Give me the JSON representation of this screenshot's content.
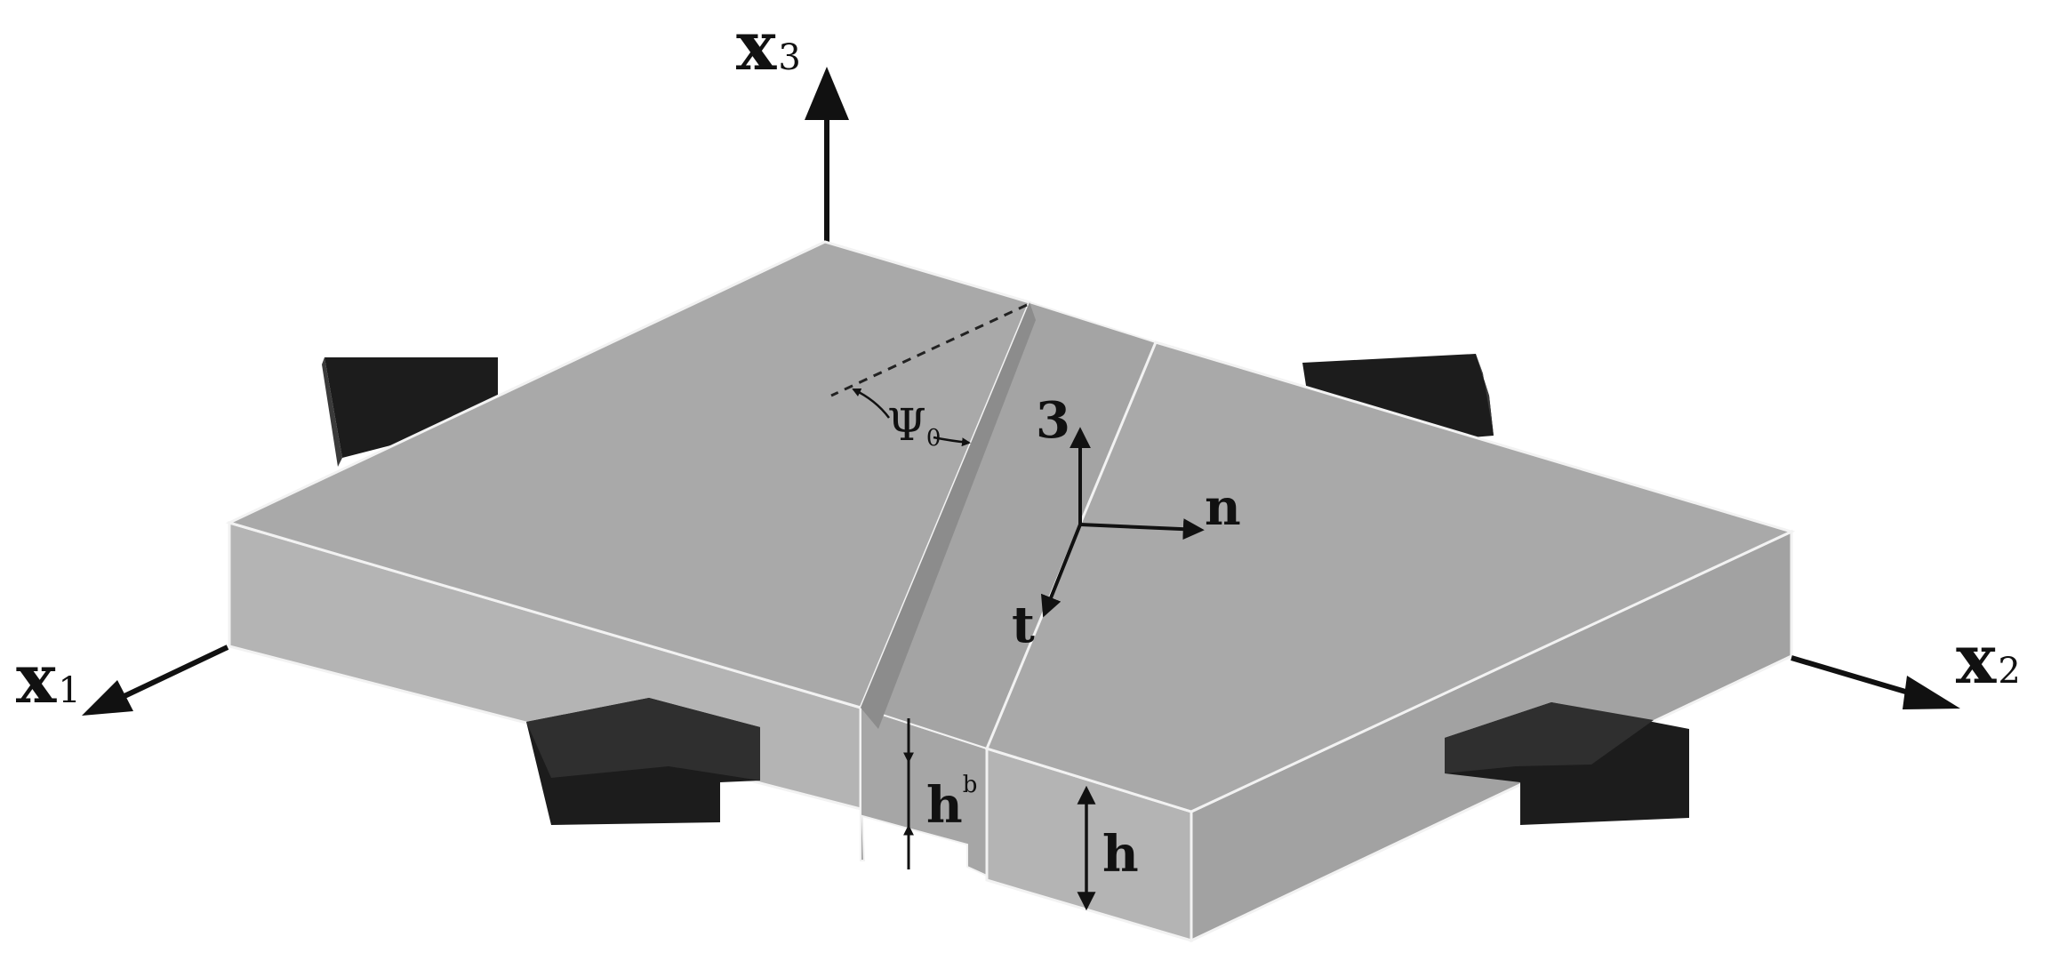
{
  "axes": {
    "x1": {
      "letter": "x",
      "sub": "1"
    },
    "x2": {
      "letter": "x",
      "sub": "2"
    },
    "x3": {
      "letter": "x",
      "sub": "3"
    }
  },
  "local_frame": {
    "normal": "n",
    "tangent": "t",
    "vertical": "3"
  },
  "angle": {
    "symbol": "Ψ",
    "sub": "0"
  },
  "dimensions": {
    "thickness": "h",
    "band_base": "h",
    "band_sup": "b"
  },
  "colors": {
    "plate_top": "#a9a9a9",
    "plate_side": "#b2b2b2",
    "plate_edge": "#f2f2f2",
    "load_arrow": "#1c1c1c",
    "load_arrow_light": "#3a3a3a",
    "ink": "#111111"
  }
}
